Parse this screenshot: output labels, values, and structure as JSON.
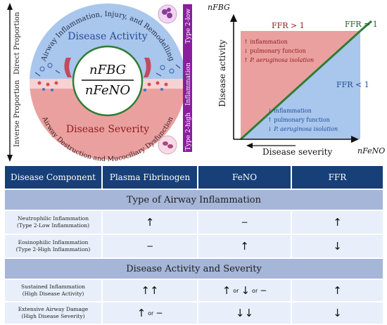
{
  "diagram": {
    "left_axis": {
      "top": "Direct Proportion",
      "bottom": "Inverse Proportion"
    },
    "circle": {
      "arc_top": "Airway Inflammation, Injury, and Remodelling",
      "activity": "Disease Activity",
      "fraction_top": "nFBG",
      "fraction_bottom": "nFeNO",
      "severity": "Disease Severity",
      "arc_bottom": "Airway Destruction and Mucociliary Dysfunction"
    },
    "side_bar": {
      "type2_low": "Type 2-low",
      "inflammation": "Inflammation",
      "type2_high": "Type 2-high"
    },
    "colors": {
      "blue": "#a9c6ec",
      "red": "#eba0a0",
      "green": "#2e7d32",
      "purple": "#8a1e9e",
      "header": "#173f78"
    }
  },
  "plot": {
    "y_name": "nFBG",
    "x_name": "nFeNO",
    "ylabel": "Disease activity",
    "xlabel": "Disease severity",
    "line_label": "FFR = 1",
    "upper_label": "FFR > 1",
    "lower_label": "FFR < 1",
    "upper_items": [
      {
        "sym": "↑",
        "text": "inflammation"
      },
      {
        "sym": "↓",
        "text": "pulmonary function"
      },
      {
        "sym": "↑",
        "text": "P. aeruginosa isolation"
      }
    ],
    "lower_items": [
      {
        "sym": "↓",
        "text": "inflammation"
      },
      {
        "sym": "↑",
        "text": "pulmonary function"
      },
      {
        "sym": "↓",
        "text": "P. aeruginosa isolation"
      }
    ]
  },
  "table": {
    "headers": [
      "Disease Component",
      "Plasma Fibrinogen",
      "FeNO",
      "FFR"
    ],
    "section1": "Type of Airway Inflammation",
    "section2": "Disease Activity and Severity",
    "rows": [
      {
        "label1": "Neutrophilic Inflammation",
        "label2": "(Type 2-Low Inflammation)",
        "fib": "↑",
        "feno": "−",
        "ffr": "↑"
      },
      {
        "label1": "Eosinophilic Inflammation",
        "label2": "(Type 2-High Inflammation)",
        "fib": "−",
        "feno": "↑",
        "ffr": "↓"
      },
      {
        "label1": "Sustained Inflammation",
        "label2": "(High Disease Activity)",
        "fib": "↑↑",
        "feno_parts": [
          "↑",
          "or",
          "↓",
          "or",
          "−"
        ],
        "ffr": "↑"
      },
      {
        "label1": "Extensive Airway Damage",
        "label2": "(High Disease Severity)",
        "fib_parts": [
          "↑",
          "or",
          "−"
        ],
        "feno": "↓↓",
        "ffr": "↓"
      }
    ]
  }
}
